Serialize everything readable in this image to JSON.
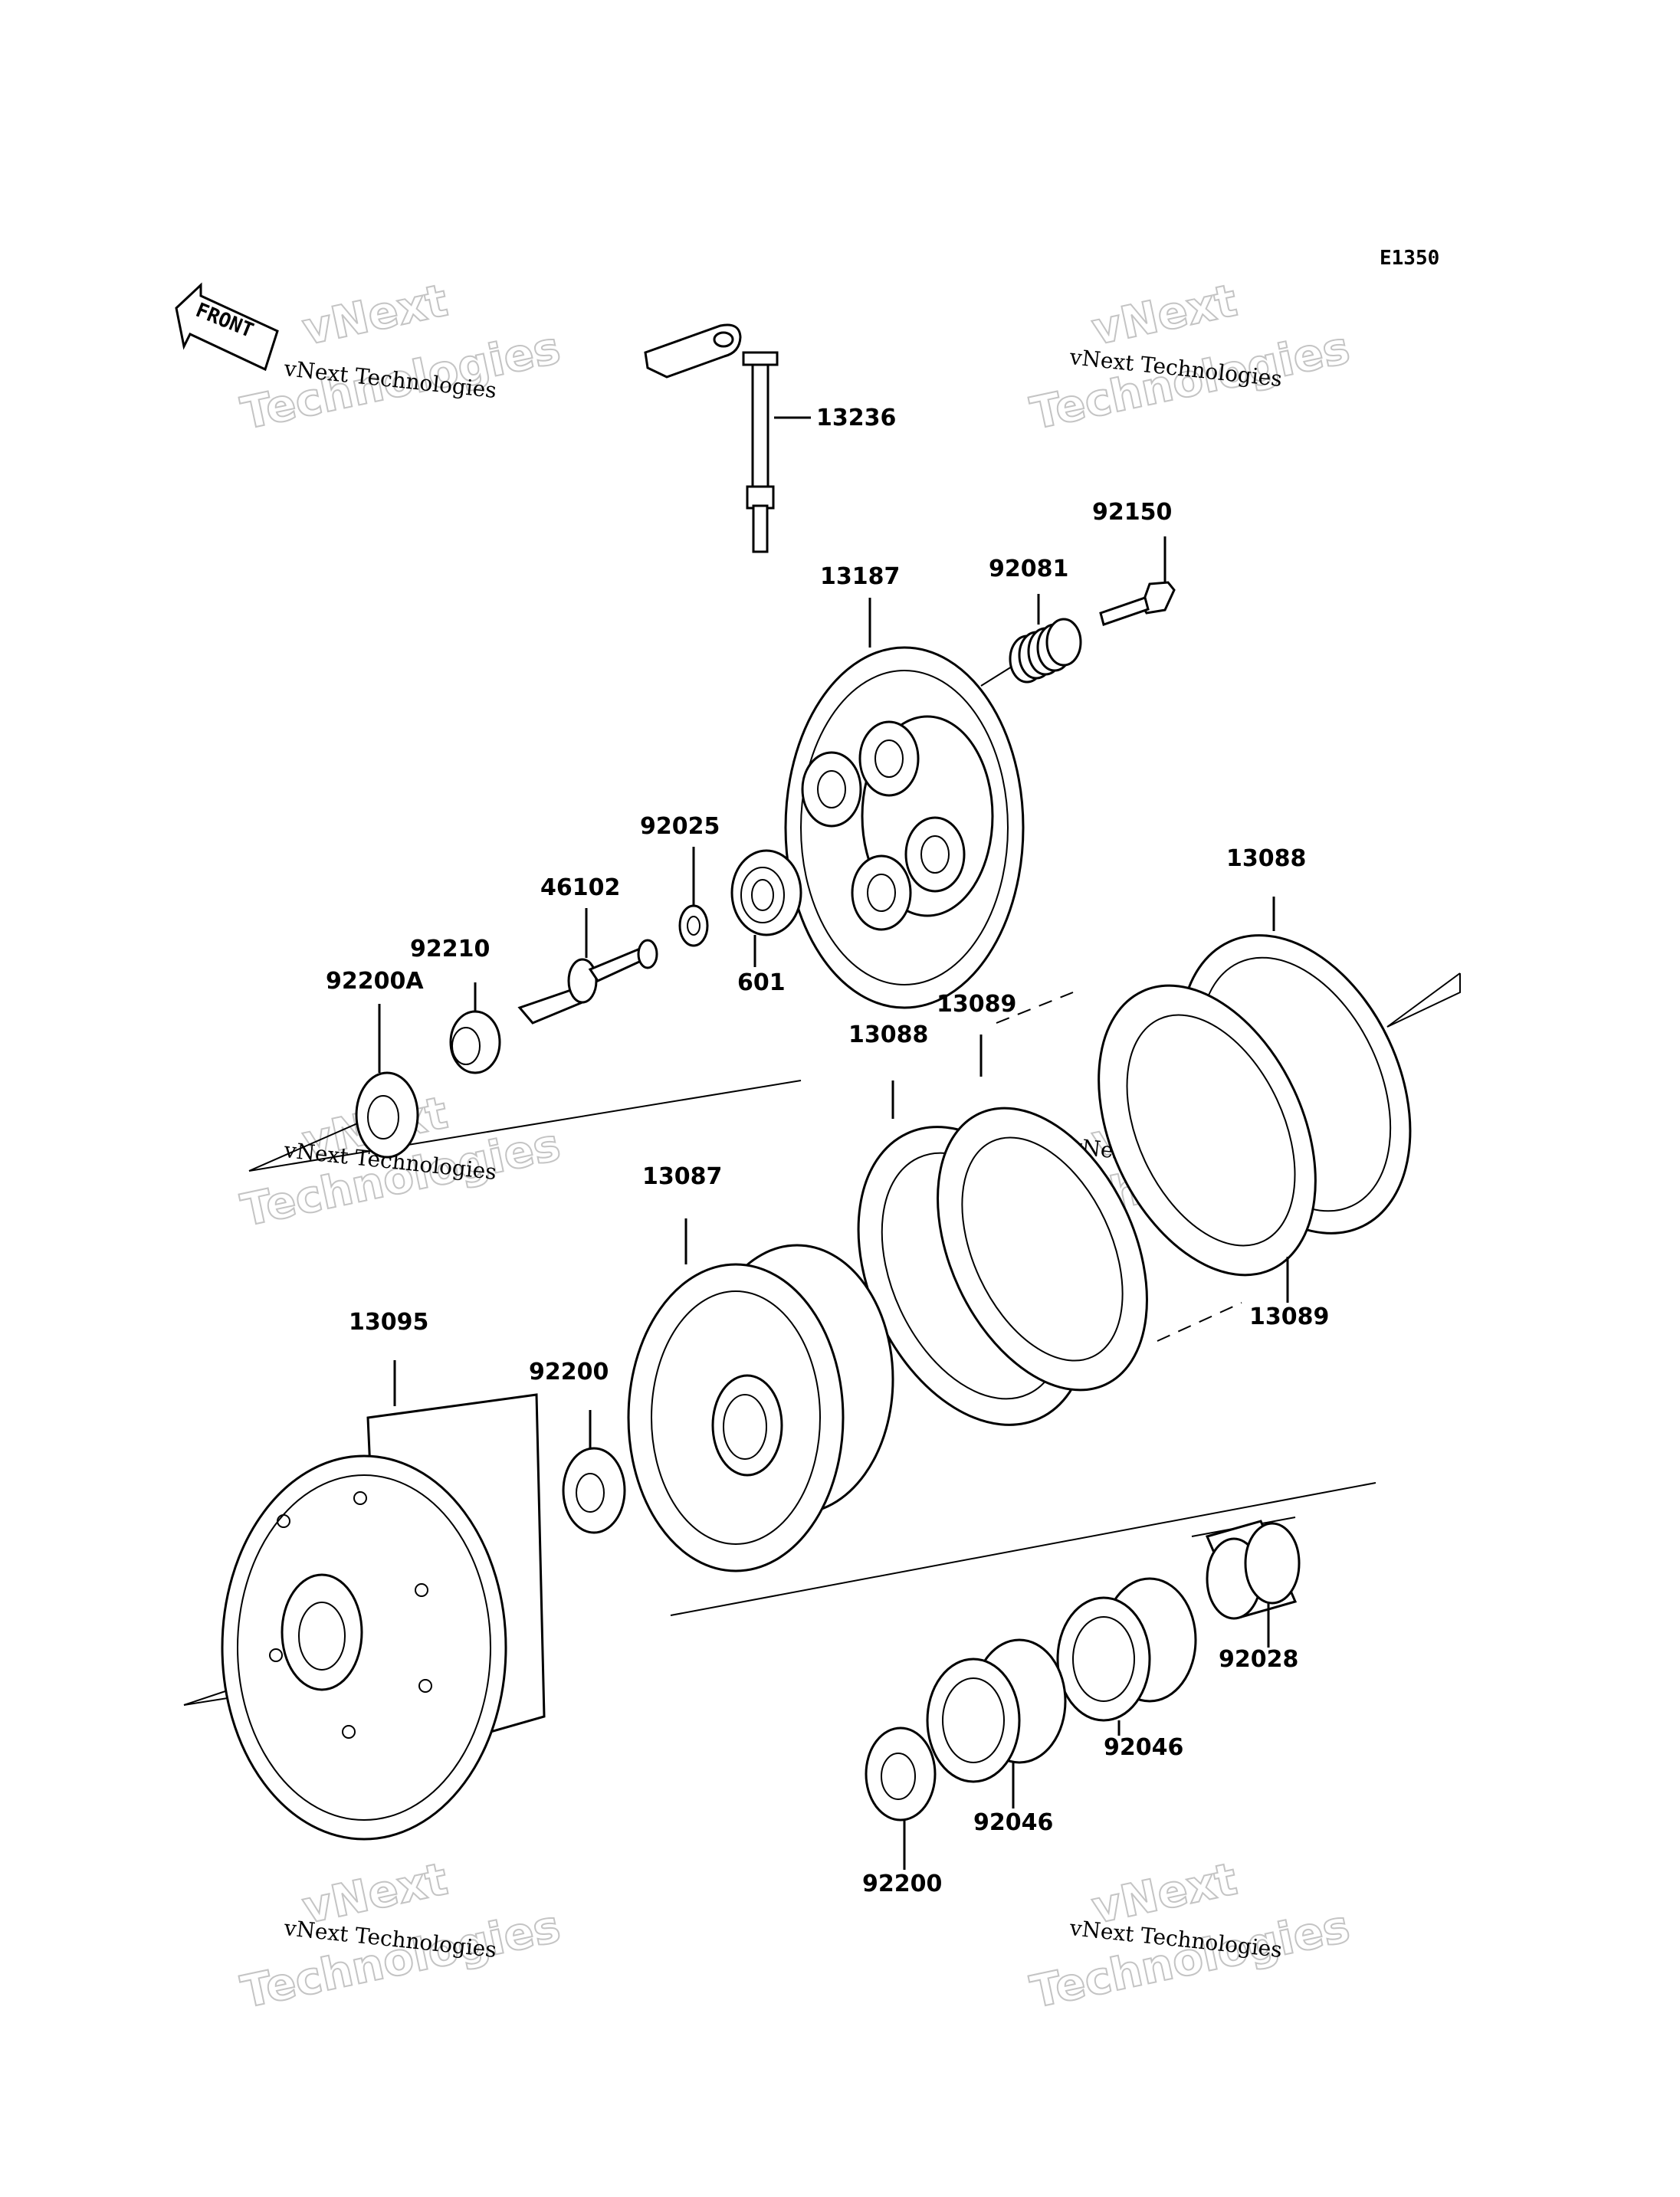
{
  "diagram_code": "E1350",
  "front_marker": "FRONT",
  "watermark": {
    "small": "vNext Technologies",
    "large_line1": "vNext",
    "large_line2": "Technologies"
  },
  "part_labels": [
    "13236",
    "92150",
    "92081",
    "13187",
    "92025",
    "46102",
    "92210",
    "92200A",
    "601",
    "13088",
    "13089",
    "13088",
    "13089",
    "13087",
    "13095",
    "92200",
    "92028",
    "92046",
    "92046",
    "92200"
  ]
}
